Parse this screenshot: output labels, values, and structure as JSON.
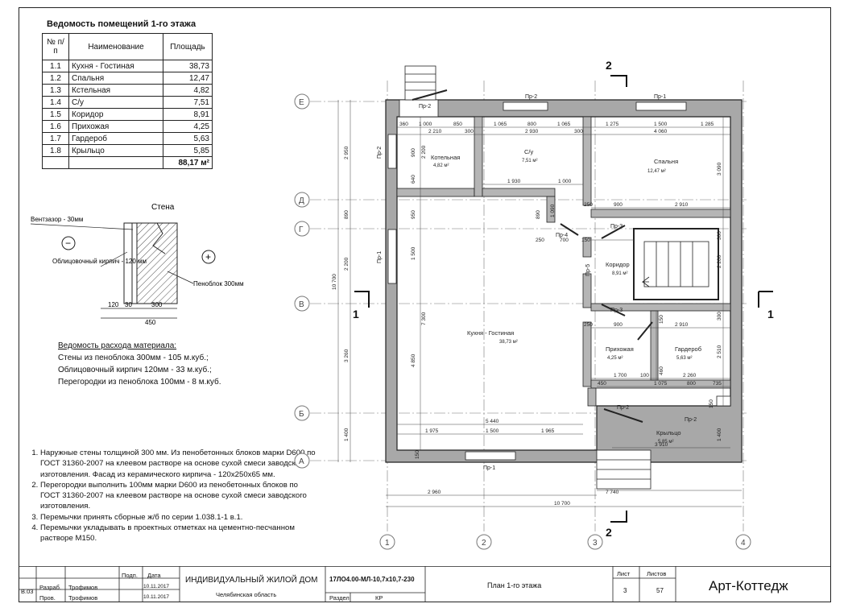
{
  "room_table": {
    "title": "Ведомость помещений 1-го этажа",
    "headers": [
      "№ п/п",
      "Наименование",
      "Площадь"
    ],
    "rows": [
      {
        "num": "1.1",
        "name": "Кухня - Гостиная",
        "area": "38,73"
      },
      {
        "num": "1.2",
        "name": "Спальня",
        "area": "12,47"
      },
      {
        "num": "1.3",
        "name": "Кстельная",
        "area": "4,82"
      },
      {
        "num": "1.4",
        "name": "С/у",
        "area": "7,51"
      },
      {
        "num": "1.5",
        "name": "Коридор",
        "area": "8,91"
      },
      {
        "num": "1.6",
        "name": "Прихожая",
        "area": "4,25"
      },
      {
        "num": "1.7",
        "name": "Гардероб",
        "area": "5,63"
      },
      {
        "num": "1.8",
        "name": "Крыльцо",
        "area": "5,85"
      }
    ],
    "total": "88,17 м²"
  },
  "wall_detail": {
    "title": "Стена",
    "gap_label": "Вентзазор - 30мм",
    "brick_label": "Облицовочный кирпич - 120 мм",
    "block_label": "Пеноблок 300мм",
    "minus": "−",
    "plus": "+",
    "dim_120": "120",
    "dim_30": "30",
    "dim_300": "300",
    "dim_450": "450"
  },
  "materials": {
    "title": "Ведомость расхода материала:",
    "lines": [
      "Стены из пеноблока 300мм - 105 м.куб.;",
      "Облицовочный кирпич 120мм - 33 м.куб.;",
      "Перегородки из пеноблока 100мм - 8 м.куб."
    ]
  },
  "notes": [
    "Наружные стены толщиной 300 мм. Из  пенобетонных блоков марки D600 по ГОСТ 31360-2007 на клеевом растворе на основе сухой смеси заводского изготовления. Фасад из керамического кирпича - 120х250х65 мм.",
    "Перегородки выполнить 100мм марки D600 из пенобетонных блоков по ГОСТ 31360-2007 на клеевом растворе на основе сухой смеси заводского изготовления.",
    "Перемычки принять сборные ж/б по серии 1.038.1-1 в.1.",
    "Перемычки укладывать в проектных отметках на  цементно-песчанном растворе М150."
  ],
  "plan": {
    "axes_letters": [
      "Е",
      "Д",
      "Г",
      "В",
      "Б",
      "А"
    ],
    "axes_numbers": [
      "1",
      "2",
      "3",
      "4"
    ],
    "rooms": [
      {
        "name": "Котельная",
        "area": "4,82 м²"
      },
      {
        "name": "С/у",
        "area": "7,51 м²"
      },
      {
        "name": "Спальня",
        "area": "12,47 м²"
      },
      {
        "name": "Коридор",
        "area": "8,91 м²"
      },
      {
        "name": "Кухня - Гостиная",
        "area": "38,73 м²"
      },
      {
        "name": "Прихожая",
        "area": "4,25 м²"
      },
      {
        "name": "Гардероб",
        "area": "5,63 м²"
      },
      {
        "name": "Крыльцо",
        "area": "5,85 м²"
      }
    ],
    "openings": {
      "pr1": "Пр-1",
      "pr2": "Пр-2",
      "pr3": "Пр-3",
      "pr4": "Пр-4",
      "pr5": "Пр-5"
    },
    "section_marks": {
      "s1": "1",
      "s2": "2"
    },
    "dims": {
      "top_a": [
        "360",
        "1 000",
        "850",
        "1 065",
        "800",
        "1 065",
        "1 275",
        "1 500",
        "1 285"
      ],
      "top_b": [
        "2 210",
        "300",
        "2 930",
        "300",
        "4 060"
      ],
      "mid": [
        "1 930",
        "1 000",
        "900",
        "2 910",
        "250",
        "250",
        "700",
        "150",
        "890",
        "1 090"
      ],
      "lower": [
        "900",
        "2 910",
        "250",
        "1 700",
        "100",
        "2 260",
        "450",
        "1 075",
        "800",
        "735",
        "150",
        "460"
      ],
      "bottom": [
        "5 440",
        "1 975",
        "1 500",
        "1 965",
        "3 910",
        "2 960",
        "7 740",
        "10 700",
        "150"
      ],
      "left_chain": [
        "2 950",
        "890",
        "2 200",
        "3 260",
        "1 400",
        "10 700"
      ],
      "left_inner": [
        "900",
        "2 200",
        "640",
        "950",
        "1 500",
        "7 300",
        "4 850"
      ],
      "right_inner": [
        "3 090",
        "300",
        "2 200",
        "300",
        "150",
        "2 510",
        "1 400"
      ]
    }
  },
  "title_block": {
    "sheet_code": "В.03",
    "role1": "Разраб.",
    "name1": "Трофимов",
    "date1": "10.11.2017",
    "role2": "Пров.",
    "name2": "Трофимов",
    "date2": "10.11.2017",
    "sign_head": "Подп.",
    "date_head": "Дата",
    "project": "ИНДИВИДУАЛЬНЫЙ ЖИЛОЙ ДОМ",
    "city": "Челябинская область",
    "code": "17ЛО4.00-МЛ-10,7х10,7-230",
    "section_head": "Раздел",
    "section": "КР",
    "sheet_title": "План 1-го этажа",
    "sheet_head": "Лист",
    "sheets_head": "Листов",
    "sheet_no": "3",
    "sheets_total": "57",
    "brand": "Арт-Коттедж"
  }
}
